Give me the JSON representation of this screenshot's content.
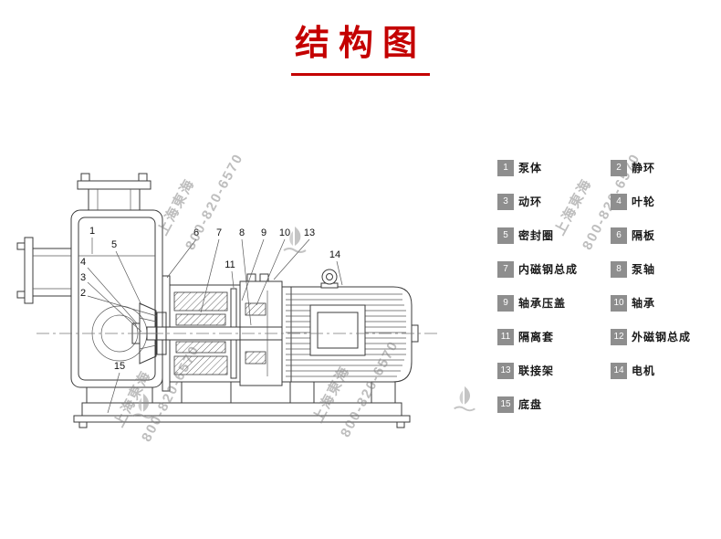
{
  "title": "结构图",
  "watermark": {
    "brand": "上海東海",
    "phone": "800-820-6570"
  },
  "diagram": {
    "callouts": [
      "1",
      "5",
      "4",
      "3",
      "2",
      "6",
      "7",
      "8",
      "9",
      "10",
      "13",
      "11",
      "14",
      "15"
    ]
  },
  "legend": {
    "items": [
      {
        "num": "1",
        "label": "泵体"
      },
      {
        "num": "2",
        "label": "静环"
      },
      {
        "num": "3",
        "label": "动环"
      },
      {
        "num": "4",
        "label": "叶轮"
      },
      {
        "num": "5",
        "label": "密封圈"
      },
      {
        "num": "6",
        "label": "隔板"
      },
      {
        "num": "7",
        "label": "内磁钢总成"
      },
      {
        "num": "8",
        "label": "泵轴"
      },
      {
        "num": "9",
        "label": "轴承压盖"
      },
      {
        "num": "10",
        "label": "轴承"
      },
      {
        "num": "11",
        "label": "隔离套"
      },
      {
        "num": "12",
        "label": "外磁钢总成"
      },
      {
        "num": "13",
        "label": "联接架"
      },
      {
        "num": "14",
        "label": "电机"
      },
      {
        "num": "15",
        "label": "底盘"
      }
    ]
  },
  "colors": {
    "title": "#c40000",
    "legend_box": "#8e8e8e",
    "line": "#3b3b3b"
  }
}
